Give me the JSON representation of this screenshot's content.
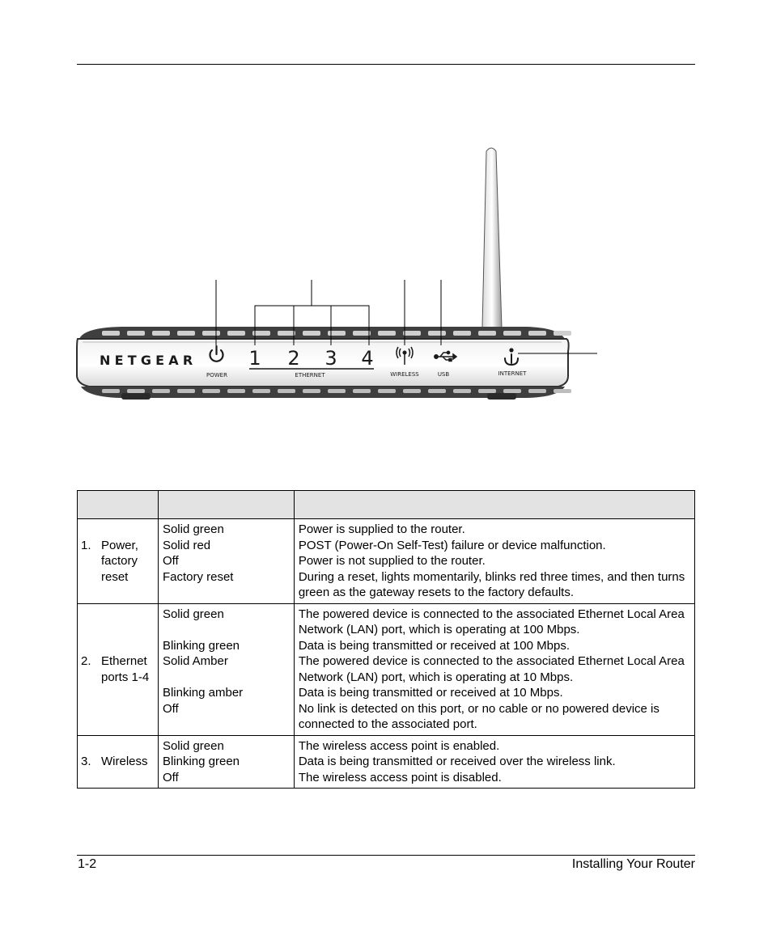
{
  "device": {
    "brand": "NETGEAR",
    "led_labels": {
      "power": "POWER",
      "port1": "1",
      "port2": "2",
      "port3": "3",
      "port4": "4",
      "ethernet": "ETHERNET",
      "wireless": "WIRELESS",
      "usb": "USB",
      "internet": "INTERNET"
    }
  },
  "table": {
    "headers": [
      "",
      "",
      ""
    ],
    "rows": [
      {
        "num": "1.",
        "name": [
          "Power,",
          "factory",
          "reset"
        ],
        "activity": [
          "Solid green",
          "Solid red",
          "Off",
          "Factory reset"
        ],
        "description": [
          "Power is supplied to the router.",
          "POST (Power-On Self-Test) failure or device malfunction.",
          "Power is not supplied to the router.",
          "During a reset, lights momentarily, blinks red three times, and then turns green as the gateway resets to the factory defaults."
        ]
      },
      {
        "num": "2.",
        "name": [
          "Ethernet",
          "ports 1-4"
        ],
        "activity": [
          "Solid green",
          "",
          "Blinking green",
          "Solid Amber",
          "",
          "Blinking amber",
          "Off"
        ],
        "description": [
          "The powered device is connected to the associated Ethernet Local Area Network (LAN) port, which is operating at 100 Mbps.",
          "Data is being transmitted or received at 100 Mbps.",
          "The powered device is connected to the associated Ethernet Local Area Network (LAN) port, which is operating at 10 Mbps.",
          "Data is being transmitted or received at 10 Mbps.",
          "No link is detected on this port, or no cable or no powered device is connected to the associated port."
        ]
      },
      {
        "num": "3.",
        "name": [
          "Wireless"
        ],
        "activity": [
          "Solid green",
          "Blinking green",
          "Off"
        ],
        "description": [
          "The wireless access point is enabled.",
          "Data is being transmitted or received over the wireless link.",
          "The wireless access point is disabled."
        ]
      }
    ]
  },
  "footer": {
    "page_number": "1-2",
    "section": "Installing Your Router"
  }
}
